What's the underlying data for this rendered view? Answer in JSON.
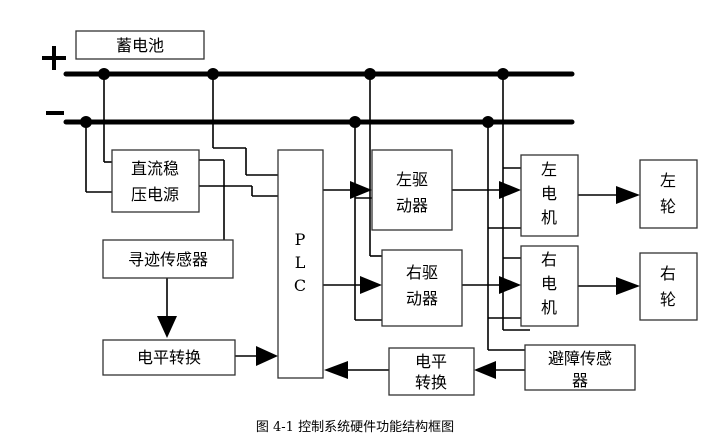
{
  "diagram": {
    "battery": "蓄电池",
    "dc_supply_line1": "直流稳",
    "dc_supply_line2": "压电源",
    "tracking_sensor": "寻迹传感器",
    "level_convert_left": "电平转换",
    "plc_letters": [
      "P",
      "L",
      "C"
    ],
    "left_driver_line1": "左驱",
    "left_driver_line2": "动器",
    "right_driver_line1": "右驱",
    "right_driver_line2": "动器",
    "left_motor": [
      "左",
      "电",
      "机"
    ],
    "right_motor": [
      "右",
      "电",
      "机"
    ],
    "left_wheel": [
      "左",
      "轮"
    ],
    "right_wheel": [
      "右",
      "轮"
    ],
    "level_convert_right_line1": "电平",
    "level_convert_right_line2": "转换",
    "obstacle_sensor_line1": "避障传感",
    "obstacle_sensor_line2": "器",
    "caption": "图 4-1  控制系统硬件功能结构框图"
  }
}
